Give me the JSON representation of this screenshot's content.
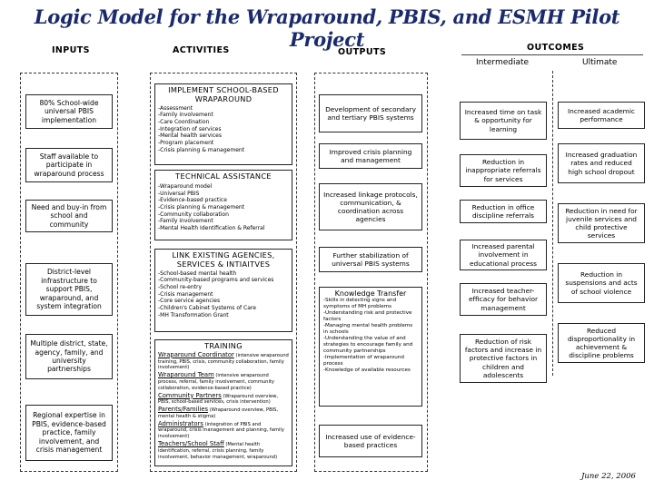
{
  "title": "Logic Model for the Wraparound, PBIS, and ESMH Pilot Project",
  "headers": {
    "inputs": "INPUTS",
    "activities": "ACTIVITIES",
    "outputs": "OUTPUTS",
    "outcomes": "OUTCOMES",
    "intermediate": "Intermediate",
    "ultimate": "Ultimate"
  },
  "inputs": [
    "80% School-wide universal PBIS implementation",
    "Staff available to participate in wraparound process",
    "Need and buy-in from school and community",
    "District-level infrastructure to support PBIS, wraparound, and system integration",
    "Multiple district, state, agency, family, and university partnerships",
    "Regional expertise in PBIS, evidence-based practice, family involvement, and crisis management"
  ],
  "activities": {
    "implement": {
      "title": "IMPLEMENT SCHOOL-BASED WRAPAROUND",
      "items": [
        "-Assessment",
        "-Family involvement",
        "-Care Coordination",
        "-Integration of services",
        "-Mental health services",
        "-Program placement",
        "-Crisis planning & management"
      ]
    },
    "technical": {
      "title": "TECHNICAL ASSISTANCE",
      "items": [
        "-Wraparound model",
        "-Universal PBIS",
        "-Evidence-based practice",
        "-Crisis planning & management",
        "-Community collaboration",
        "-Family involvement",
        "-Mental Health Identification & Referral"
      ]
    },
    "link": {
      "title": "LINK EXISTING AGENCIES, SERVICES & INTIAITVES",
      "items": [
        "-School-based mental health",
        "-Community-based programs and services",
        "-School re-entry",
        "-Crisis management",
        "-Core service agencies",
        "-Children's Cabinet Systems of Care",
        "-MH Transformation Grant"
      ]
    },
    "training": {
      "title": "TRAINING",
      "items": [
        {
          "name": "Wraparound Coordinator",
          "detail": "(intensive wraparound training, PBIS, crisis, community collaboration, family involvement)"
        },
        {
          "name": "Wraparound Team",
          "detail": "(intensive wraparound process, referral, family involvement, community collaboration, evidence-based practice)"
        },
        {
          "name": "Community Partners",
          "detail": "(Wraparound overview, PBIS, school-based services, crisis intervention)"
        },
        {
          "name": "Parents/Families",
          "detail": "(Wraparound overview, PBIS, mental health & stigma)"
        },
        {
          "name": "Administrators",
          "detail": "(integration of PBIS and wraparound, crisis management and planning, family involvement)"
        },
        {
          "name": "Teachers/School Staff",
          "detail": "(Mental health identification, referral, crisis planning, family involvement, behavior management, wraparound)"
        }
      ]
    }
  },
  "outputs": [
    "Development of secondary and tertiary PBIS systems",
    "Improved crisis planning and management",
    "Increased linkage protocols, communication, & coordination across agencies",
    "Further stabilization of universal PBIS systems",
    "Increased use of evidence-based practices"
  ],
  "knowledge_transfer": {
    "title": "Knowledge Transfer",
    "items": [
      "-Skills in detecting signs and symptoms of MH problems",
      "-Understanding risk and protective factors",
      "-Managing mental health problems in schools",
      "-Understanding the value of and strategies to encourage family and community partnerships",
      "-Implementation of wraparound process",
      "-Knowledge of available resources"
    ]
  },
  "intermediate": [
    "Increased time on task & opportunity for learning",
    "Reduction in inappropriate referrals for services",
    "Reduction in office discipline referrals",
    "Increased parental involvement in educational process",
    "Increased teacher-efficacy for behavior management",
    "Reduction of risk factors and increase in protective factors in children and adolescents"
  ],
  "ultimate": [
    "Increased academic performance",
    "Increased graduation rates and reduced high school dropout",
    "Reduction in need for juvenile services and child protective services",
    "Reduction in suspensions and acts of school violence",
    "Reduced disproportionality in achievement & discipline problems"
  ],
  "date": "June 22, 2006"
}
